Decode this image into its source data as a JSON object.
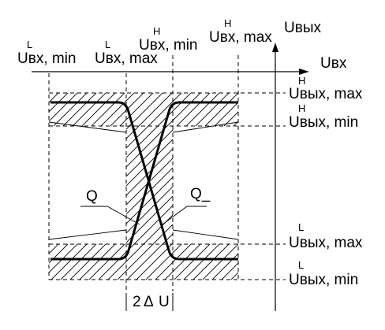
{
  "colors": {
    "ink": "#000000",
    "background": "#ffffff"
  },
  "axes": {
    "output_axis_label": "Uвых",
    "input_axis_label": "Uвх"
  },
  "input_labels": {
    "low_min": {
      "base": "Uвх, min",
      "sup": "L"
    },
    "low_max": {
      "base": "Uвх, max",
      "sup": "L"
    },
    "high_min": {
      "base": "Uвх, min",
      "sup": "H"
    },
    "high_max": {
      "base": "Uвх, max",
      "sup": "H"
    }
  },
  "output_labels": {
    "high_max": {
      "base": "Uвых, max",
      "sup": "H"
    },
    "high_min": {
      "base": "Uвых, min",
      "sup": "H"
    },
    "low_max": {
      "base": "Uвых, max",
      "sup": "L"
    },
    "low_min": {
      "base": "Uвых, min",
      "sup": "L"
    }
  },
  "curve_labels": {
    "q": "Q",
    "q_bar": "Q_"
  },
  "bottom_label": {
    "prefix": "2",
    "delta_symbol": "Δ",
    "suffix": "U"
  }
}
